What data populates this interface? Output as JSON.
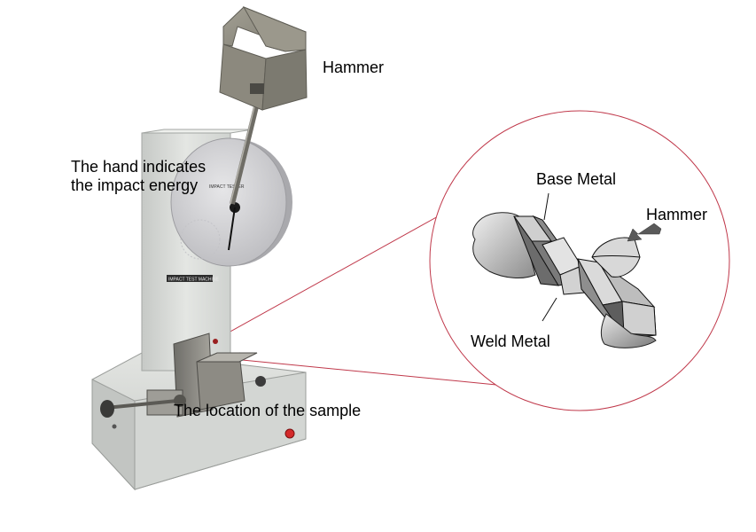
{
  "labels": {
    "hammer_top": "Hammer",
    "hand_line1": "The hand indicates",
    "hand_line2": "the impact energy",
    "base_metal": "Base Metal",
    "hammer_right": "Hammer",
    "weld_metal": "Weld Metal",
    "sample_location": "The location of the sample"
  },
  "dial_text": "IMPACT TESTER",
  "plate_text": "IMPACT TEST MACHINE",
  "colors": {
    "callout_line": "#c0394b",
    "machine_body": "#d9dcd9",
    "hammer_metal": "#8e8b80",
    "dial_face": "#d4d4d6",
    "weld_bar_dark": "#7d7d7d",
    "weld_bar_light": "#d8d8d8"
  }
}
